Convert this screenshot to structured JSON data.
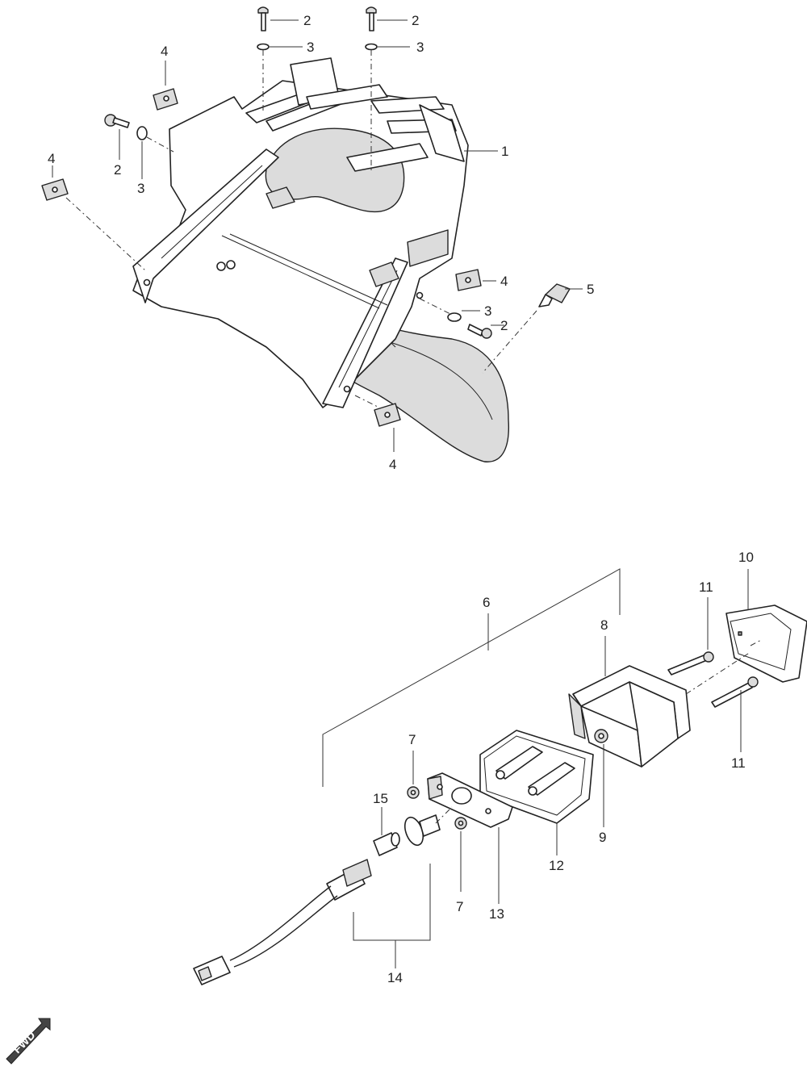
{
  "labels": {
    "p1": "1",
    "p2": "2",
    "p3": "3",
    "p4": "4",
    "p5": "5",
    "p6": "6",
    "p7": "7",
    "p8": "8",
    "p9": "9",
    "p10": "10",
    "p11": "11",
    "p12": "12",
    "p13": "13",
    "p14": "14",
    "p15": "15"
  },
  "fwd_badge": "FWD"
}
